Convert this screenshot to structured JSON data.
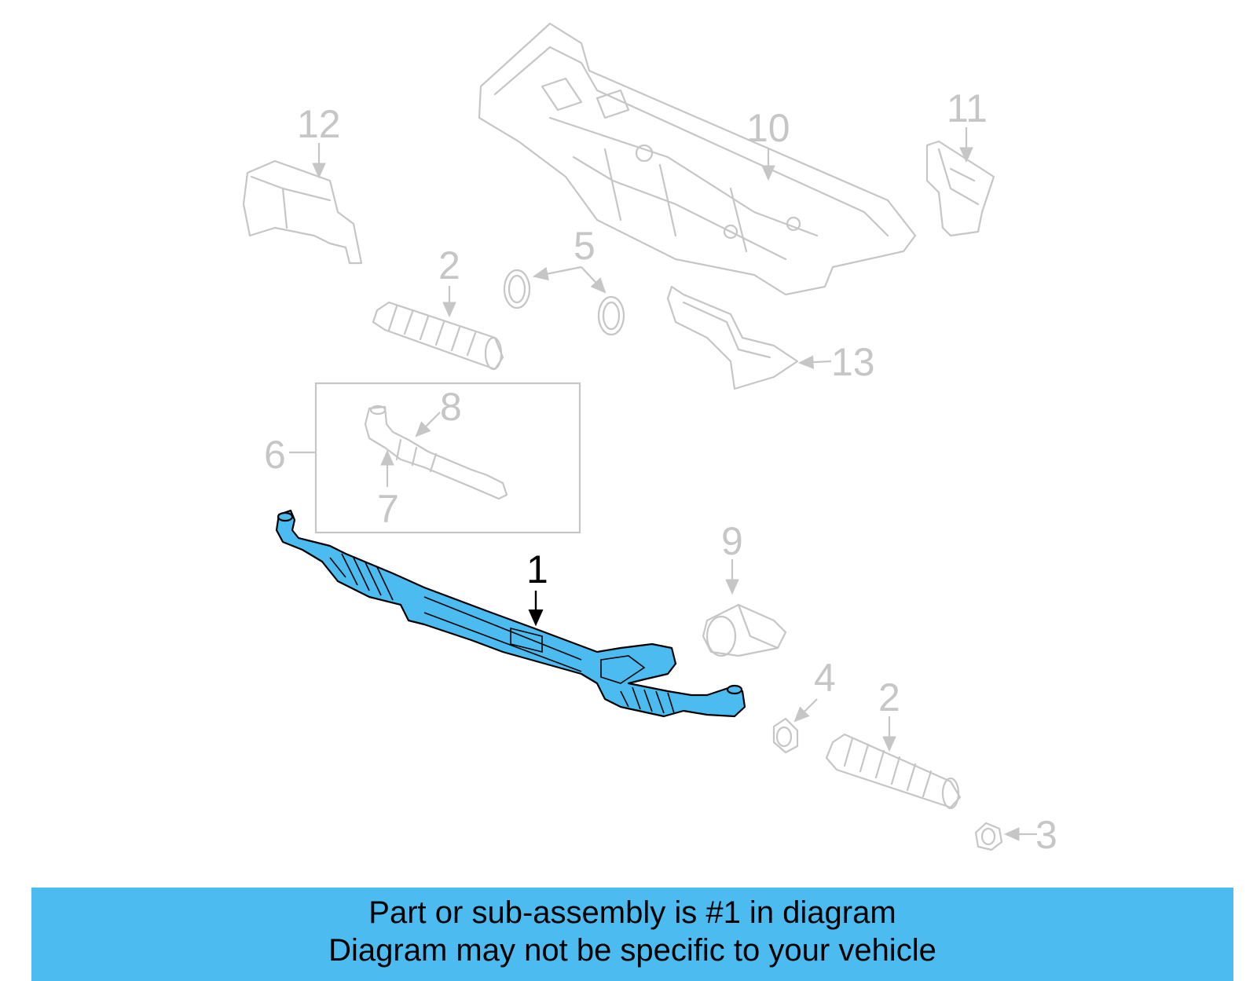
{
  "colors": {
    "highlight": "#4cbcf0",
    "ghost": "#c6c6c6",
    "banner": "#4cbcf0"
  },
  "callouts": {
    "c1": "1",
    "c2a": "2",
    "c2b": "2",
    "c3": "3",
    "c4": "4",
    "c5": "5",
    "c6": "6",
    "c7": "7",
    "c8": "8",
    "c9": "9",
    "c10": "10",
    "c11": "11",
    "c12": "12",
    "c13": "13"
  },
  "banner": {
    "line1": "Part or sub-assembly is #1 in diagram",
    "line2": "Diagram may not be specific to your vehicle"
  }
}
